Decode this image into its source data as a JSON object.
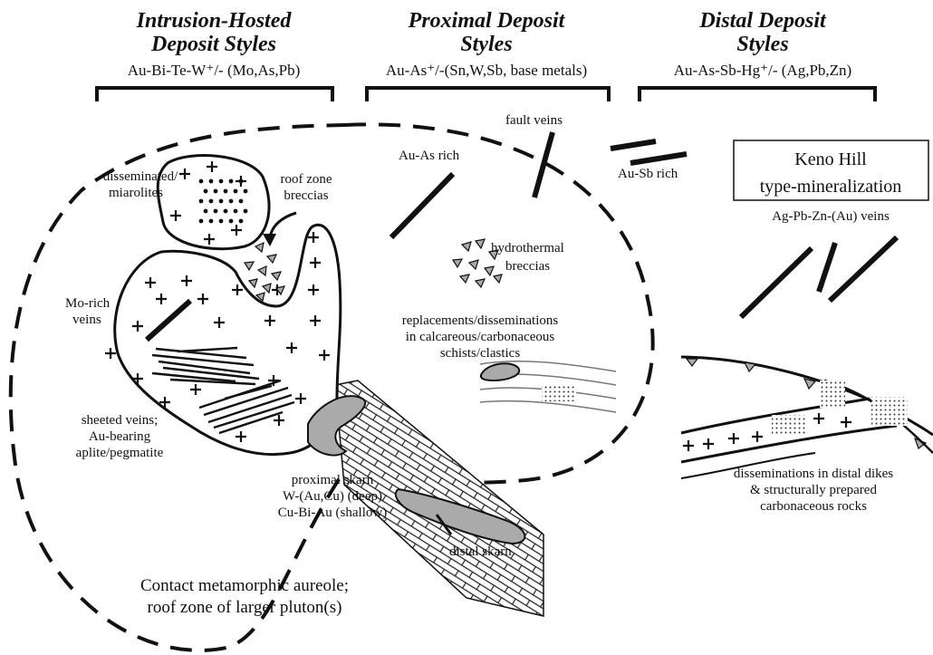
{
  "headers": {
    "intrusion": {
      "line1": "Intrusion-Hosted",
      "line2": "Deposit Styles",
      "elements": "Au-Bi-Te-W⁺/- (Mo,As,Pb)"
    },
    "proximal": {
      "line1": "Proximal Deposit",
      "line2": "Styles",
      "elements": "Au-As⁺/-(Sn,W,Sb, base metals)"
    },
    "distal": {
      "line1": "Distal Deposit",
      "line2": "Styles",
      "elements": "Au-As-Sb-Hg⁺/- (Ag,Pb,Zn)"
    }
  },
  "labels": {
    "fault_veins": "fault veins",
    "au_as_rich": "Au-As rich",
    "au_sb_rich": "Au-Sb rich",
    "disseminated_1": "disseminated/",
    "disseminated_2": "miarolites",
    "roof_zone_1": "roof zone",
    "roof_zone_2": "breccias",
    "hydrothermal_1": "hydrothermal",
    "hydrothermal_2": "breccias",
    "mo_rich_1": "Mo-rich",
    "mo_rich_2": "veins",
    "replacements_1": "replacements/disseminations",
    "replacements_2": "in calcareous/carbonaceous",
    "replacements_3": "schists/clastics",
    "sheeted_1": "sheeted veins;",
    "sheeted_2": "Au-bearing",
    "sheeted_3": "aplite/pegmatite",
    "prox_skarn_1": "proximal skarn",
    "prox_skarn_2": "W-(Au,Cu) (deep)",
    "prox_skarn_3": "Cu-Bi-Au (shallow)",
    "distal_skarn": "distal skarn",
    "contact_1": "Contact metamorphic aureole;",
    "contact_2": "roof zone of larger pluton(s)",
    "keno_1": "Keno Hill",
    "keno_2": "type-mineralization",
    "keno_veins": "Ag-Pb-Zn-(Au) veins",
    "dissem_dikes_1": "disseminations in distal dikes",
    "dissem_dikes_2": "& structurally prepared",
    "dissem_dikes_3": "carbonaceous rocks"
  }
}
